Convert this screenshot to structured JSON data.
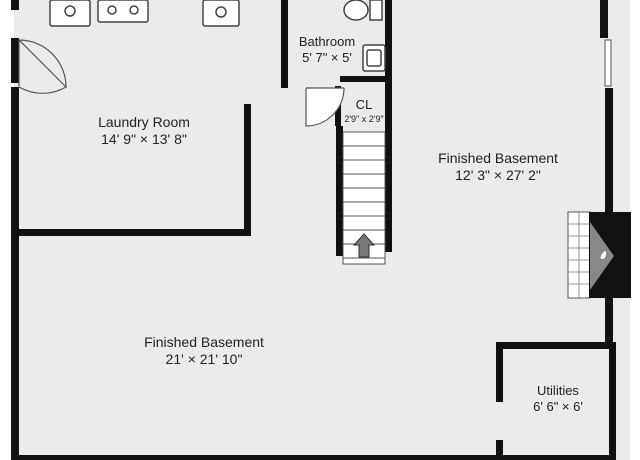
{
  "rooms": {
    "laundry": {
      "name": "Laundry Room",
      "dims": "14' 9\" × 13' 8\""
    },
    "bathroom": {
      "name": "Bathroom",
      "dims": "5' 7\" × 5'"
    },
    "closet": {
      "name": "CL",
      "dims": "2'9\" x 2'9\""
    },
    "finished_right": {
      "name": "Finished Basement",
      "dims": "12' 3\" × 27' 2\""
    },
    "finished_main": {
      "name": "Finished Basement",
      "dims": "21' × 21' 10\""
    },
    "utilities": {
      "name": "Utilities",
      "dims": "6' 6\" × 6'"
    }
  },
  "icons": [
    "door-swing-icon",
    "sink-icon",
    "toilet-icon",
    "stairs-up-arrow-icon",
    "fireplace-icon",
    "washer-icon",
    "dryer-icon"
  ],
  "colors": {
    "floor": "#ebebeb",
    "wall": "#111111",
    "fixture": "#ffffff"
  }
}
